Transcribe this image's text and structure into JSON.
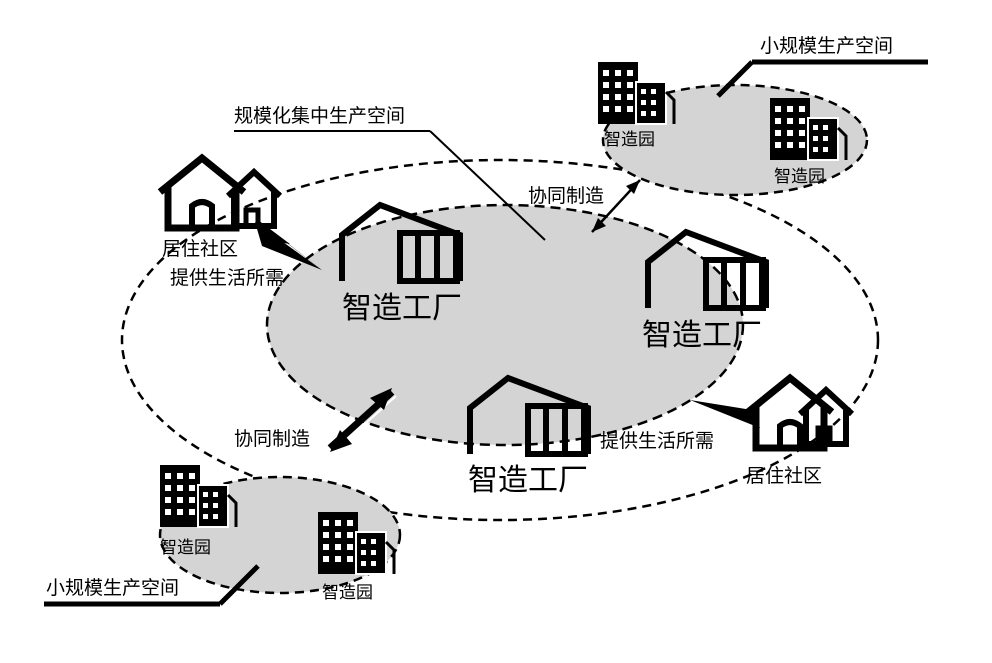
{
  "labels": {
    "large_scale_space": "规模化集中生产空间",
    "small_scale_space_top": "小规模生产空间",
    "small_scale_space_bottom": "小规模生产空间",
    "smart_park": "智造园",
    "smart_factory": "智造工厂",
    "residential_community": "居住社区",
    "provide_living_needs": "提供生活所需",
    "collaborative_manufacturing": "协同制造"
  },
  "colors": {
    "ellipse_fill": "#d4d4d4",
    "stroke": "#000000",
    "background": "#ffffff"
  },
  "icons": {
    "factory": "factory-icon",
    "park": "building-icon",
    "house": "house-icon",
    "arrow": "double-arrow-icon"
  }
}
